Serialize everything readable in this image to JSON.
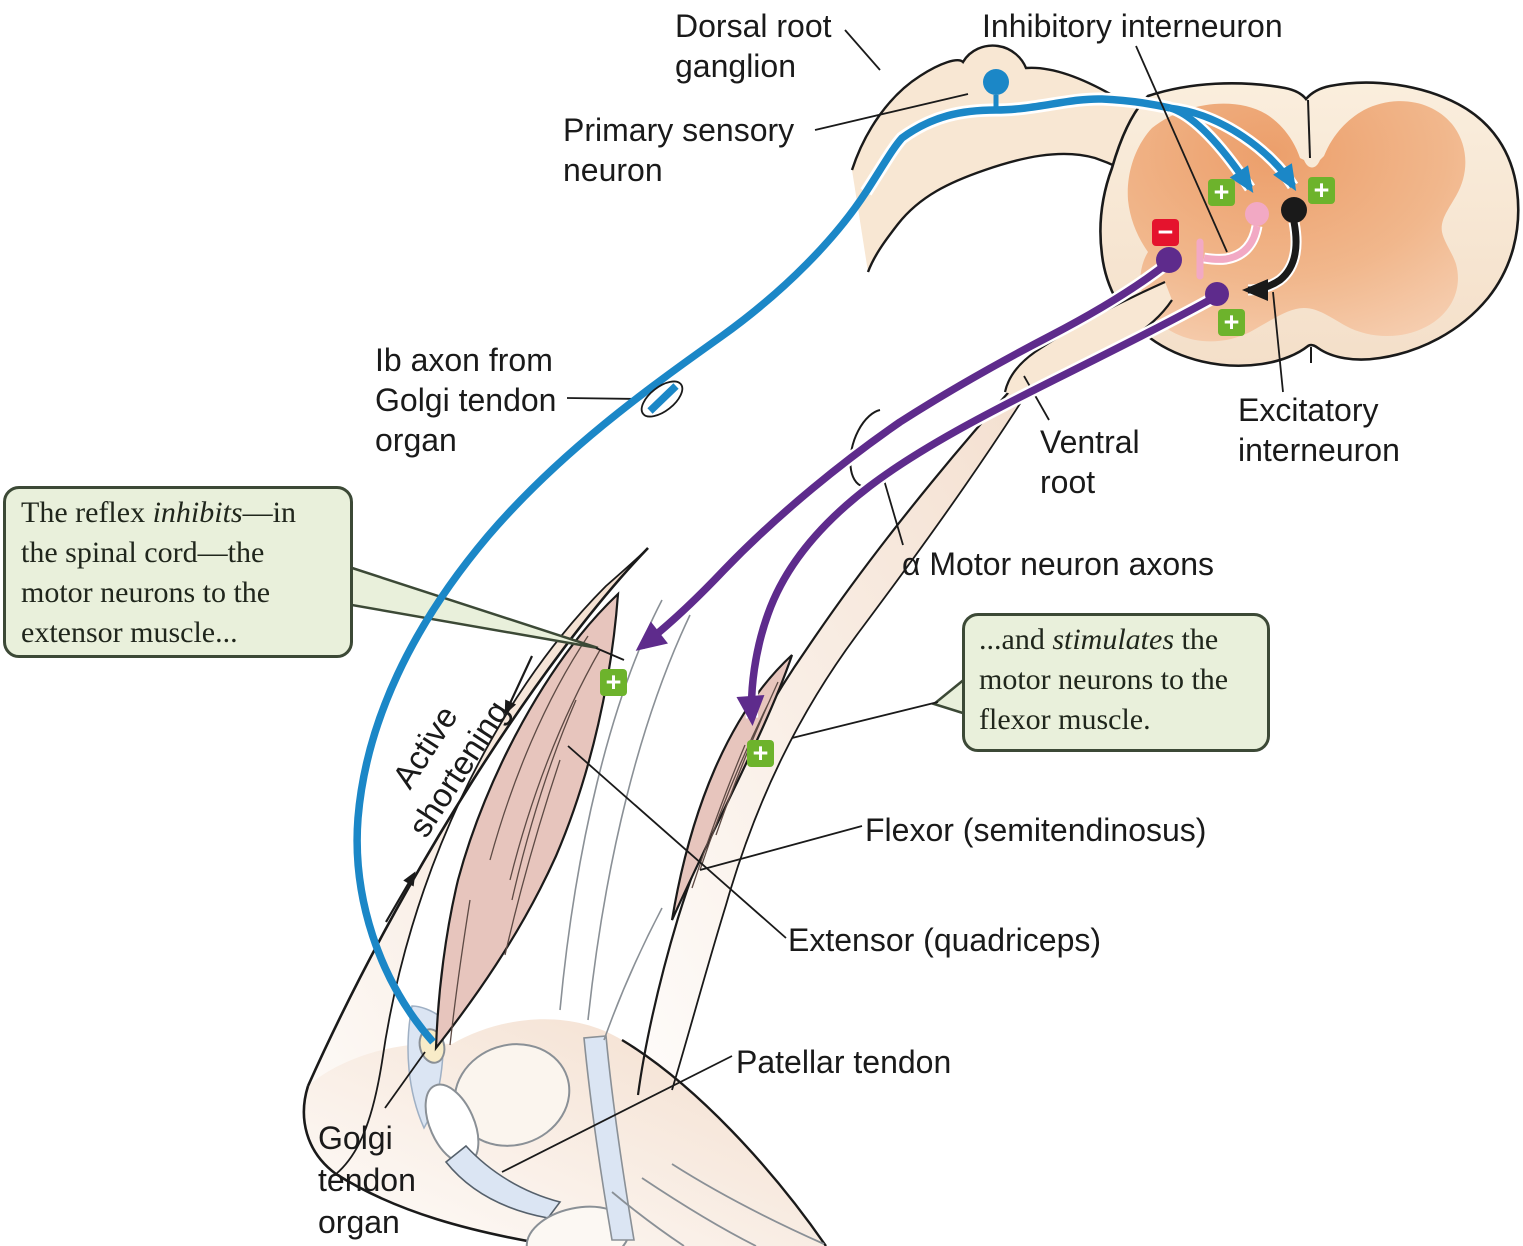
{
  "labels": {
    "dorsal_root_ganglion_l1": "Dorsal root",
    "dorsal_root_ganglion_l2": "ganglion",
    "inhibitory_interneuron": "Inhibitory interneuron",
    "primary_sensory_l1": "Primary sensory",
    "primary_sensory_l2": "neuron",
    "ib_axon_l1": "Ib axon from",
    "ib_axon_l2": "Golgi tendon",
    "ib_axon_l3": "organ",
    "ventral_root_l1": "Ventral",
    "ventral_root_l2": "root",
    "excitatory_l1": "Excitatory",
    "excitatory_l2": "interneuron",
    "alpha_motor_axons": "α Motor neuron axons",
    "active_shortening_l1": "Active",
    "active_shortening_l2": "shortening",
    "flexor": "Flexor (semitendinosus)",
    "extensor": "Extensor (quadriceps)",
    "patellar_tendon": "Patellar tendon",
    "golgi_l1": "Golgi",
    "golgi_l2": "tendon",
    "golgi_l3": "organ"
  },
  "callouts": {
    "inhibit": {
      "pre": "The reflex ",
      "italic": "inhibits",
      "post": "—in the spinal cord—the motor neurons to the extensor muscle..."
    },
    "stimulate": {
      "pre": "...and ",
      "italic": "stimulates",
      "post": " the motor neurons to the flexor muscle."
    }
  },
  "signs": {
    "plus": "+",
    "minus": "−"
  },
  "colors": {
    "sensory_axon_blue": "#1b87c7",
    "motor_axon_purple": "#5e2b8c",
    "inhibitory_interneuron_pink": "#f2a9c4",
    "excitatory_interneuron_black": "#1a1a1a",
    "excitatory_sign_green": "#6db32c",
    "inhibitory_sign_red": "#e5132d",
    "callout_background": "#e9f0db",
    "spinal_cord_cream": "#f9ead8",
    "gray_matter_salmon": "#efab79",
    "muscle_pink": "#e7c5bd"
  }
}
